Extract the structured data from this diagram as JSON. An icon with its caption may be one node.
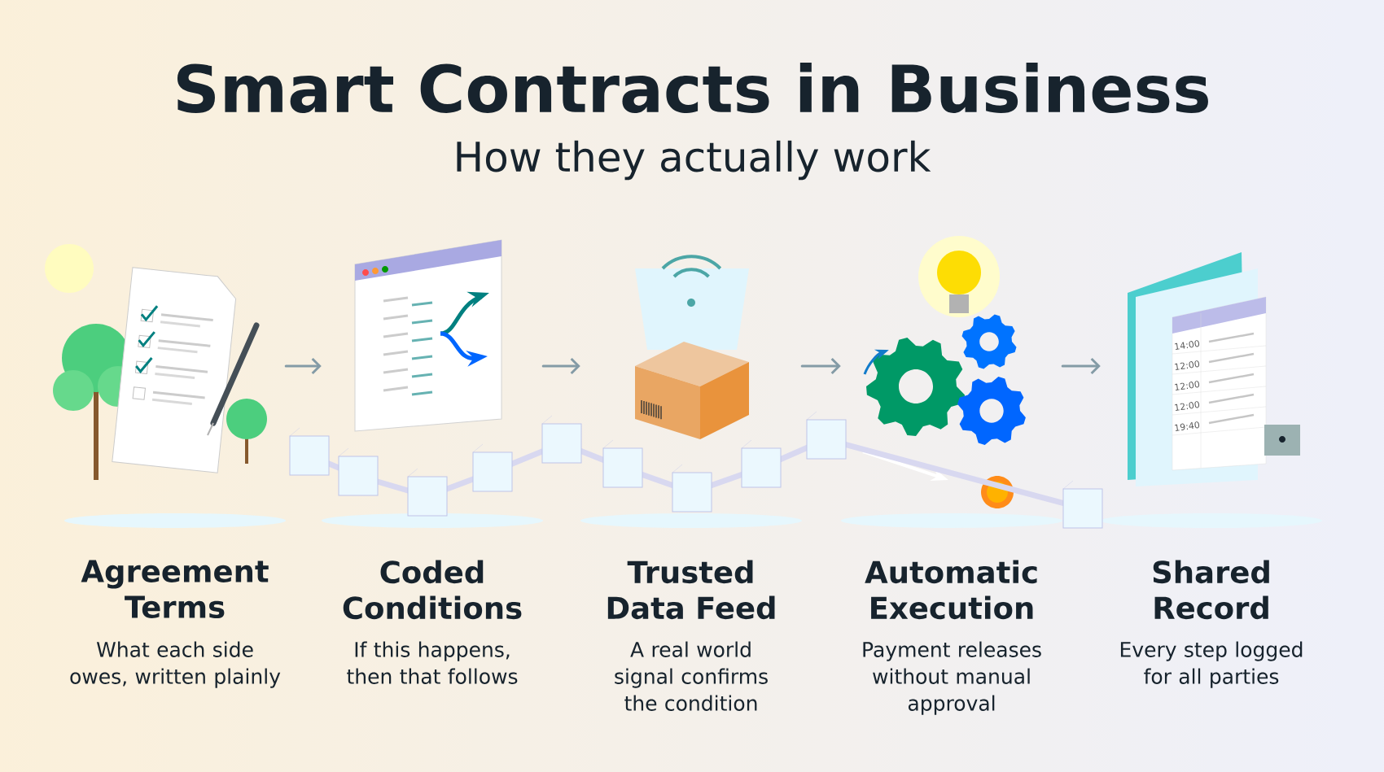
{
  "diagram": {
    "title": "Smart Contracts in Business",
    "caption": "How they actually work",
    "nodes": [
      {
        "text": [
          "Agreement Terms",
          "What each side owes, written plainly"
        ]
      },
      {
        "text": [
          "Coded Conditions",
          "If this happens, then that follows"
        ]
      },
      {
        "text": [
          "Trusted Data Feed",
          "A real world signal confirms the condition"
        ]
      },
      {
        "text": [
          "Automatic Execution",
          "Payment releases without manual approval"
        ]
      },
      {
        "text": [
          "Shared Record",
          "Every step logged for all parties"
        ]
      }
    ],
    "edges": [
      {
        "from": 0,
        "to": 1,
        "arrow": "to"
      },
      {
        "from": 1,
        "to": 2,
        "arrow": "to"
      },
      {
        "from": 2,
        "to": 3,
        "arrow": "to"
      },
      {
        "from": 3,
        "to": 4,
        "arrow": "to"
      }
    ],
    "labels": [
      "14:00",
      "12:00",
      "12:00",
      "12:00",
      "19:40"
    ]
  }
}
